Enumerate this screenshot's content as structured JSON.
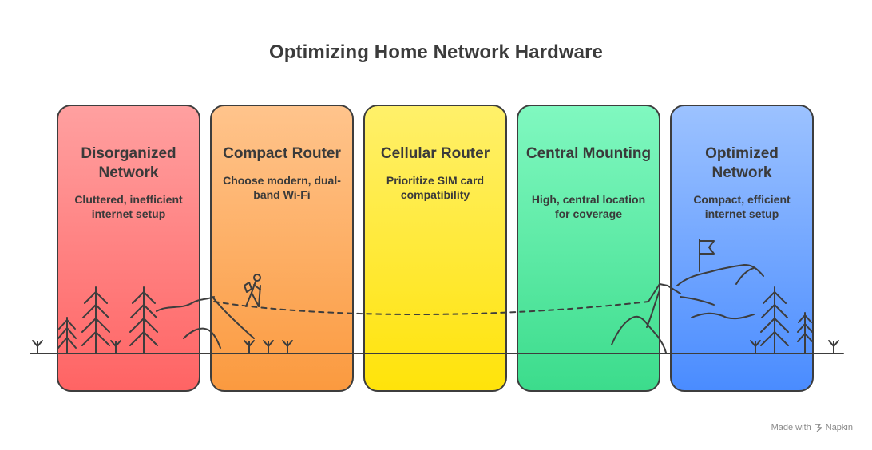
{
  "title": "Optimizing Home Network Hardware",
  "cards": [
    {
      "title": "Disorganized Network",
      "description": "Cluttered, inefficient internet setup",
      "color_top": "#ffa0a0",
      "color_bottom": "#ff6464"
    },
    {
      "title": "Compact Router",
      "description": "Choose modern, dual-band Wi-Fi",
      "color_top": "#ffc48c",
      "color_bottom": "#fb9a3f"
    },
    {
      "title": "Cellular Router",
      "description": "Prioritize SIM card compatibility",
      "color_top": "#fff06a",
      "color_bottom": "#ffe30a"
    },
    {
      "title": "Central Mounting",
      "description": "High, central location for coverage",
      "color_top": "#80f8c0",
      "color_bottom": "#3cdc8c"
    },
    {
      "title": "Optimized Network",
      "description": "Compact, efficient internet setup",
      "color_top": "#9cc2ff",
      "color_bottom": "#4a8cff"
    }
  ],
  "icons": {
    "hiker": "hiker-icon",
    "flag": "flag-icon",
    "trees": "pine-tree-icon",
    "brand": "napkin-icon"
  },
  "footer": {
    "made_with": "Made with",
    "brand": "Napkin"
  }
}
